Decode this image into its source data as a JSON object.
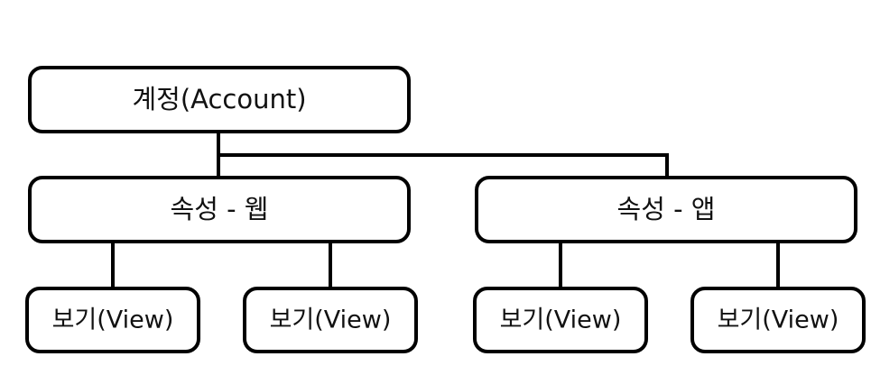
{
  "diagram": {
    "account": {
      "label": "계정(Account)"
    },
    "properties": [
      {
        "label": "속성 - 웹"
      },
      {
        "label": "속성 - 앱"
      }
    ],
    "views": [
      {
        "label": "보기(View)"
      },
      {
        "label": "보기(View)"
      },
      {
        "label": "보기(View)"
      },
      {
        "label": "보기(View)"
      }
    ],
    "colors": {
      "stroke": "#000000",
      "fill": "#ffffff",
      "text": "#111111"
    }
  }
}
